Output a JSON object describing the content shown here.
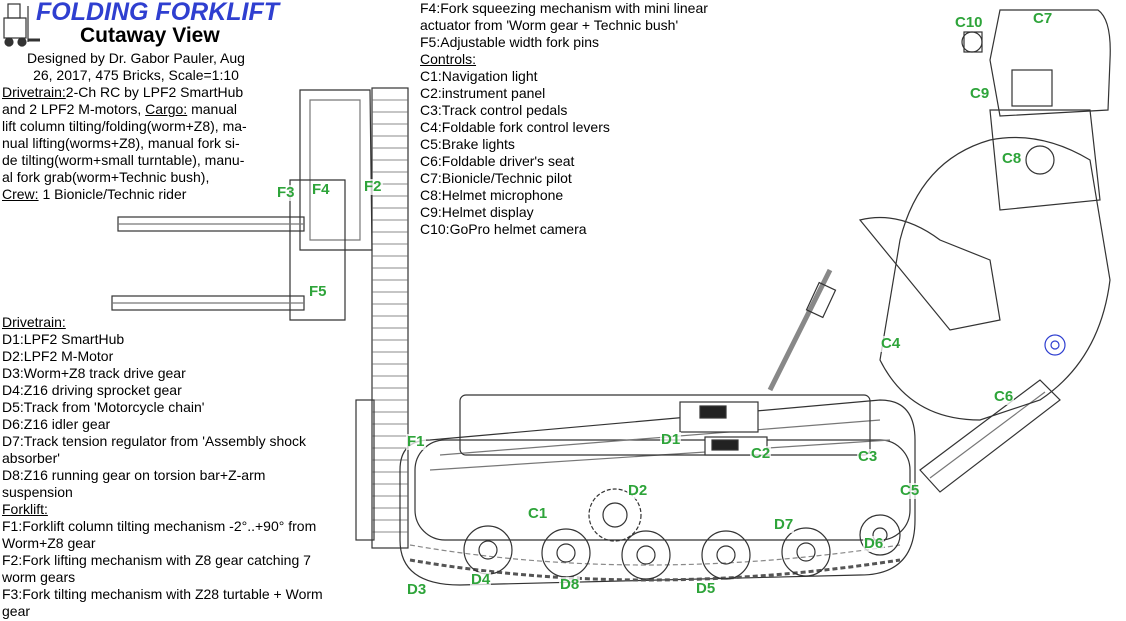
{
  "header": {
    "title": "FOLDING FORKLIFT",
    "subtitle": "Cutaway View",
    "credit_lines": [
      "Designed by Dr. Gabor Pauler, Aug",
      "26, 2017, 475 Bricks, Scale=1:10"
    ]
  },
  "intro": {
    "drivetrain_key": "Drivetrain:",
    "drivetrain_text": "2-Ch RC by LPF2 SmartHub",
    "line2_a": "and 2 LPF2 M-motors, ",
    "cargo_key": "Cargo:",
    "line2_b": " manual",
    "lines": [
      "lift column tilting/folding(worm+Z8), ma-",
      "nual lifting(worms+Z8), manual fork si-",
      "de tilting(worm+small turntable), manu-",
      "al fork grab(worm+Technic bush),"
    ],
    "crew_key": "Crew:",
    "crew_text": " 1 Bionicle/Technic rider"
  },
  "top_list": {
    "lines": [
      "F4:Fork squeezing mechanism with mini linear",
      "actuator from 'Worm gear + Technic bush'",
      "F5:Adjustable width fork pins"
    ],
    "controls_heading": "Controls:",
    "controls": [
      "C1:Navigation light",
      "C2:instrument panel",
      "C3:Track control pedals",
      "C4:Foldable fork control levers",
      "C5:Brake lights",
      "C6:Foldable driver's seat",
      "C7:Bionicle/Technic pilot",
      "C8:Helmet microphone",
      "C9:Helmet display",
      "C10:GoPro helmet camera"
    ]
  },
  "left_list": {
    "drivetrain_heading": "Drivetrain:",
    "drivetrain": [
      "D1:LPF2 SmartHub",
      "D2:LPF2 M-Motor",
      "D3:Worm+Z8 track drive gear",
      "D4:Z16 driving sprocket gear",
      "D5:Track from 'Motorcycle chain'",
      "D6:Z16 idler gear",
      "D7:Track tension regulator from 'Assembly shock",
      "absorber'",
      "D8:Z16 running gear on torsion bar+Z-arm",
      "suspension"
    ],
    "forklift_heading": "Forklift:",
    "forklift": [
      "F1:Forklift column tilting mechanism -2°..+90° from",
      "Worm+Z8 gear",
      "F2:Fork lifting mechanism with Z8 gear catching 7",
      "worm gears",
      "F3:Fork tilting mechanism with Z28 turtable + Worm",
      "gear"
    ]
  },
  "callouts": {
    "F1": "F1",
    "F2": "F2",
    "F3": "F3",
    "F4": "F4",
    "F5": "F5",
    "D1": "D1",
    "D2": "D2",
    "D3": "D3",
    "D4": "D4",
    "D5": "D5",
    "D6": "D6",
    "D7": "D7",
    "D8": "D8",
    "C1": "C1",
    "C2": "C2",
    "C3": "C3",
    "C4": "C4",
    "C5": "C5",
    "C6": "C6",
    "C7": "C7",
    "C8": "C8",
    "C9": "C9",
    "C10": "C10"
  },
  "colors": {
    "title": "#2f3fd0",
    "callout": "#2ea43a",
    "line_art": "#333333"
  }
}
